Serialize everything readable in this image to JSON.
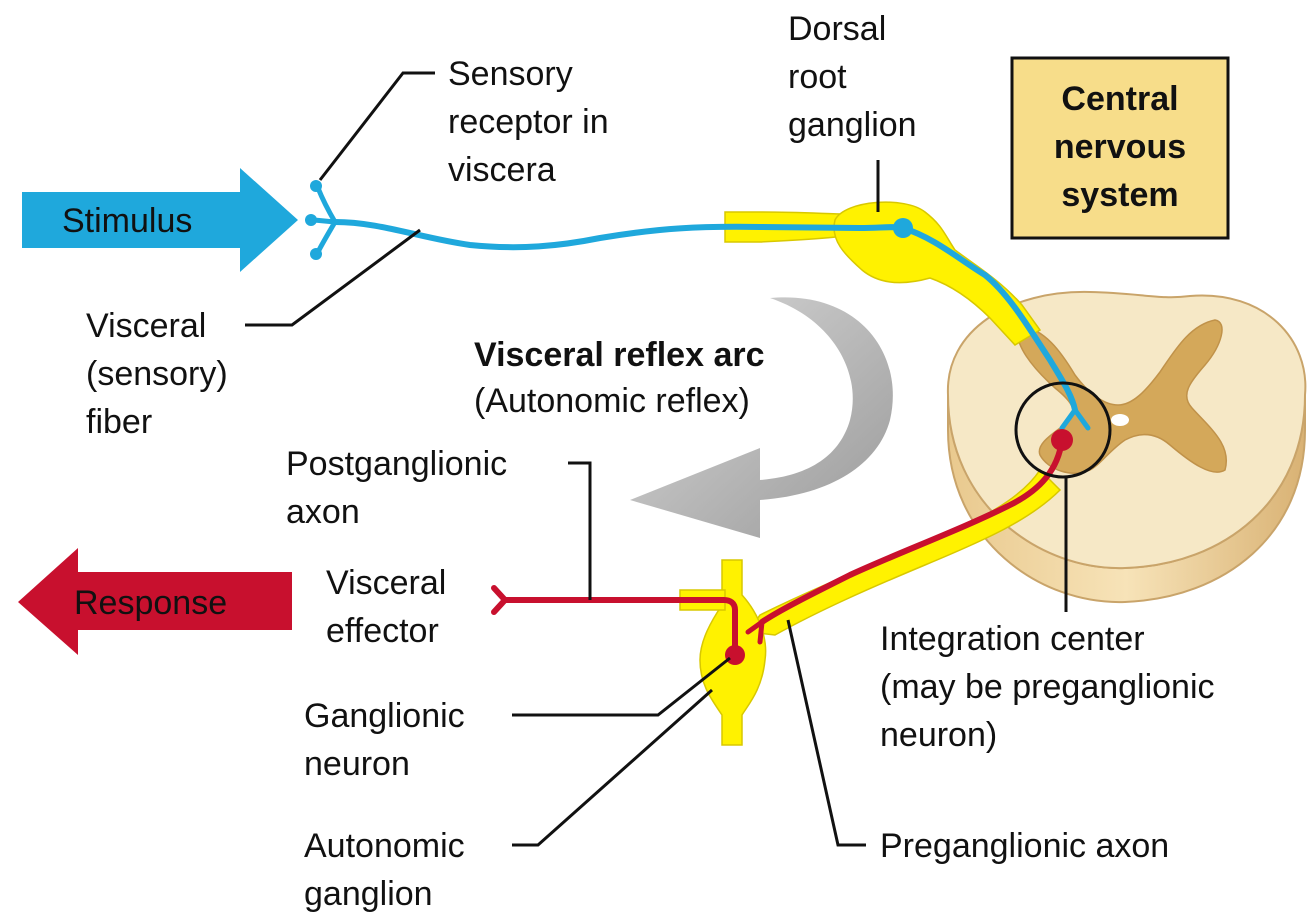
{
  "labels": {
    "stimulus": "Stimulus",
    "response": "Response",
    "sensory_receptor": [
      "Sensory",
      "receptor in",
      "viscera"
    ],
    "dorsal_root_ganglion": [
      "Dorsal",
      "root",
      "ganglion"
    ],
    "cns": [
      "Central",
      "nervous",
      "system"
    ],
    "visceral_sensory_fiber": [
      "Visceral",
      "(sensory)",
      "fiber"
    ],
    "arc_title": "Visceral reflex arc",
    "arc_subtitle": "(Autonomic reflex)",
    "postganglionic_axon": [
      "Postganglionic",
      "axon"
    ],
    "visceral_effector": [
      "Visceral",
      "effector"
    ],
    "integration_center": [
      "Integration center",
      "(may be preganglionic",
      "neuron)"
    ],
    "ganglionic_neuron": [
      "Ganglionic",
      "neuron"
    ],
    "autonomic_ganglion": [
      "Autonomic",
      "ganglion"
    ],
    "preganglionic_axon": "Preganglionic axon"
  },
  "colors": {
    "sensory": "#1fa8dc",
    "motor": "#c8102e",
    "nerve_sheath": "#fff200",
    "nerve_sheath_edge": "#e6d800",
    "cns_box": "#f7dd8a",
    "cord_white_matter": "#f6e8c6",
    "cord_gray_matter": "#d4a85a",
    "cord_edge": "#c9a46a",
    "cycle_arrow": "#a8a8a8"
  }
}
